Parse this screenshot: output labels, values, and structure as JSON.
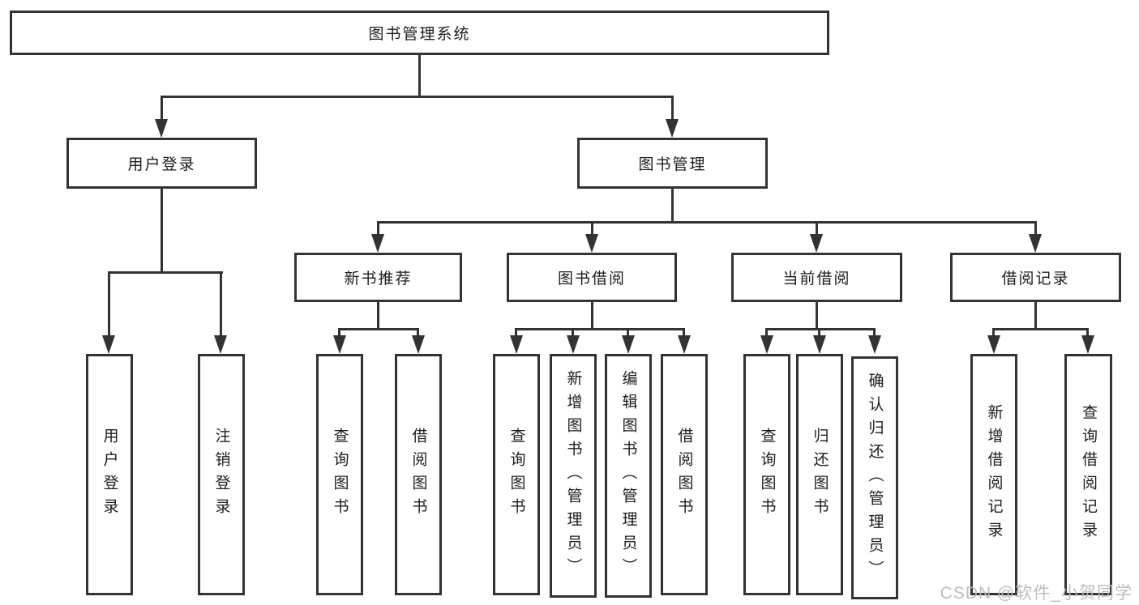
{
  "diagram": {
    "root": {
      "label": "图书管理系统"
    },
    "user_login": {
      "label": "用户登录",
      "children": [
        "用户登录",
        "注销登录"
      ]
    },
    "book_management": {
      "label": "图书管理",
      "sections": [
        {
          "label": "新书推荐",
          "children": [
            "查询图书",
            "借阅图书"
          ]
        },
        {
          "label": "图书借阅",
          "children": [
            "查询图书",
            "新增图书（管理员）",
            "编辑图书（管理员）",
            "借阅图书"
          ]
        },
        {
          "label": "当前借阅",
          "children": [
            "查询图书",
            "归还图书",
            "确认归还（管理员）"
          ]
        },
        {
          "label": "借阅记录",
          "children": [
            "新增借阅记录",
            "查询借阅记录"
          ]
        }
      ]
    }
  },
  "watermark": {
    "text": "CSDN @软件_小贺同学"
  },
  "colors": {
    "line": "#333333",
    "text": "#1c1c1c",
    "box_background": "#ffffff",
    "page_background": "#ffffff",
    "watermark": "#b9b9b9"
  }
}
